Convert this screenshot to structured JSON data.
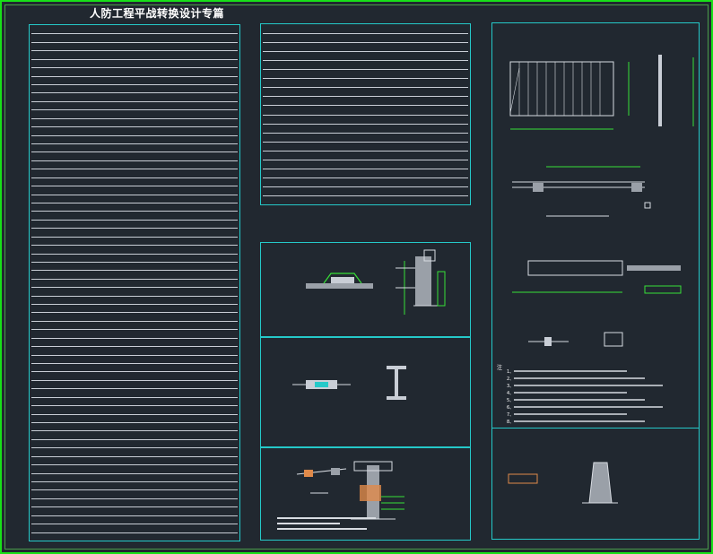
{
  "drawing": {
    "title": "人防工程平战转换设计专篇"
  },
  "colors": {
    "background": "#212830",
    "outer_border": "#18e018",
    "panel_border": "#25c9c9",
    "line_white": "#d8dce2",
    "dim_green": "#37e037",
    "hatch_gray": "#9aa0a8",
    "accent_orange": "#e08a4a"
  },
  "left_table": {
    "row_count": 60
  },
  "top_mid_table": {
    "row_count": 19
  },
  "details": {
    "notes_heading": "注",
    "notes": [
      "1、",
      "2、",
      "3、",
      "4、",
      "5、",
      "6、",
      "7、",
      "8、"
    ]
  }
}
